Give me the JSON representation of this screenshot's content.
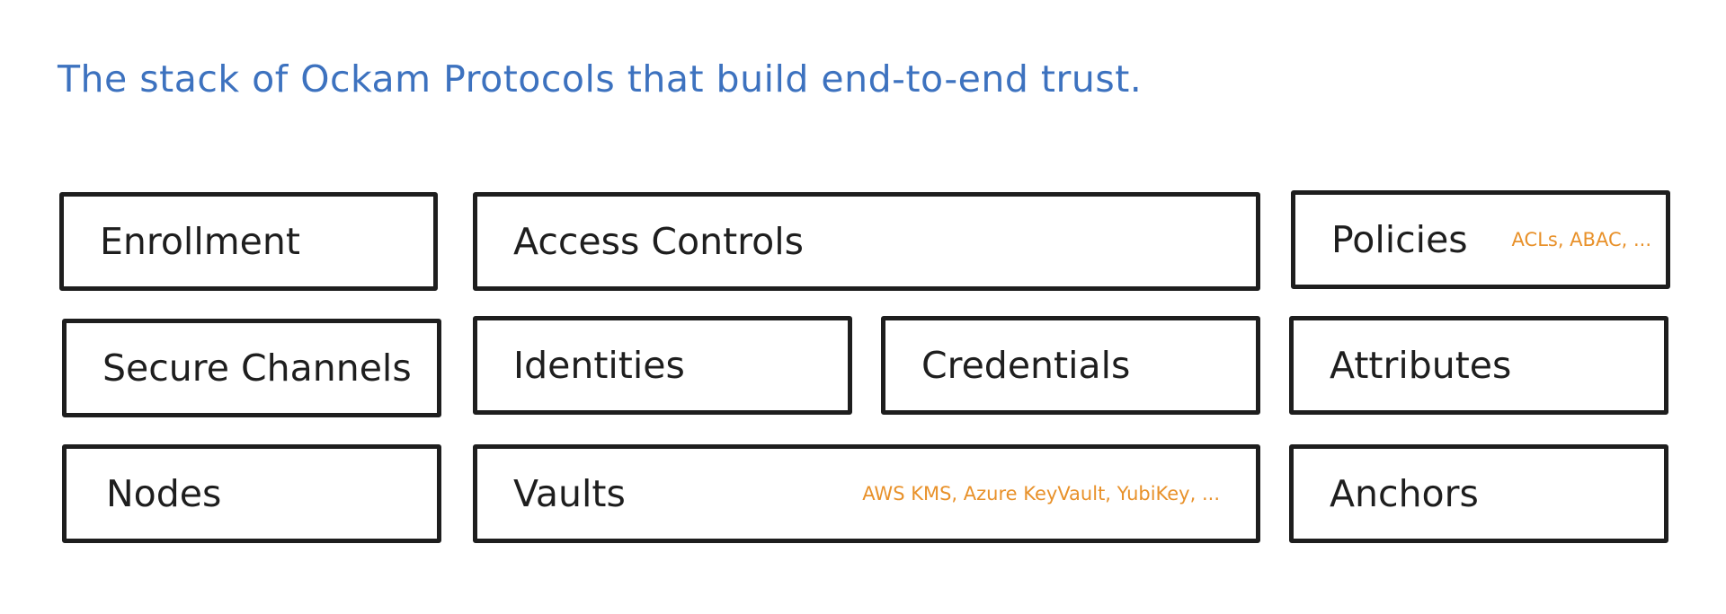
{
  "title": "The stack of Ockam Protocols that build end-to-end trust.",
  "colors": {
    "title": "#3d72bf",
    "box_stroke": "#1e1e1e",
    "note": "#e8912a"
  },
  "boxes": {
    "enrollment": "Enrollment",
    "access_controls": "Access Controls",
    "policies": "Policies",
    "policies_note": "ACLs, ABAC, ...",
    "secure_channels": "Secure Channels",
    "identities": "Identities",
    "credentials": "Credentials",
    "attributes": "Attributes",
    "nodes": "Nodes",
    "vaults": "Vaults",
    "vaults_note": "AWS KMS, Azure KeyVault, YubiKey, ...",
    "anchors": "Anchors"
  }
}
